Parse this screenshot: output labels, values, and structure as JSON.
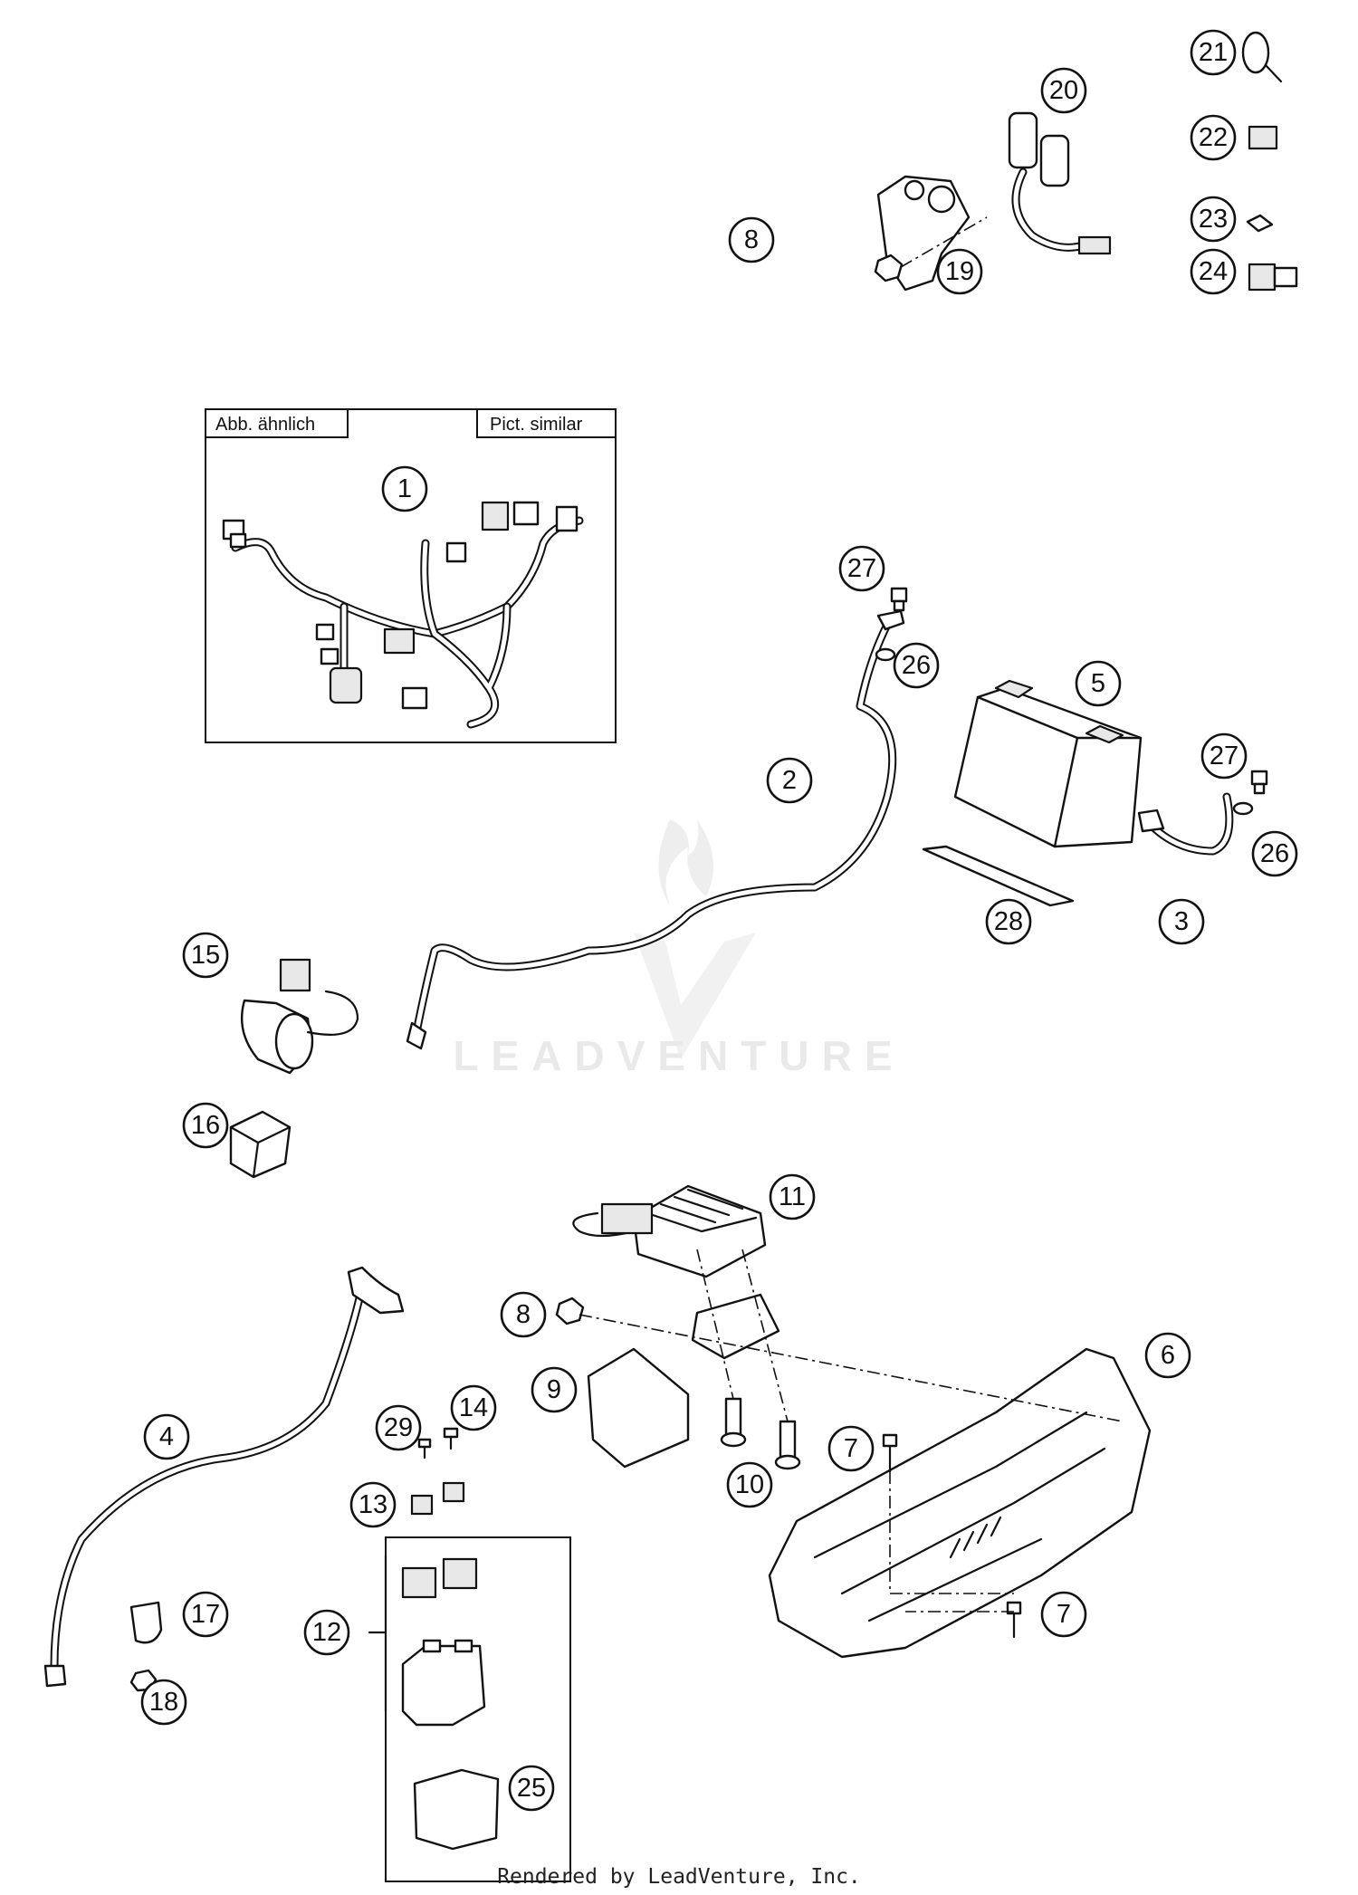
{
  "inset": {
    "label_left": "Abb. ähnlich",
    "label_right": "Pict. similar"
  },
  "callouts": [
    "1",
    "2",
    "3",
    "4",
    "5",
    "6",
    "7",
    "7",
    "8",
    "8",
    "9",
    "10",
    "11",
    "12",
    "13",
    "14",
    "15",
    "16",
    "17",
    "18",
    "19",
    "20",
    "21",
    "22",
    "23",
    "24",
    "25",
    "26",
    "26",
    "27",
    "27",
    "28",
    "29"
  ],
  "watermark": "LEADVENTURE",
  "footer": "Rendered by LeadVenture, Inc."
}
